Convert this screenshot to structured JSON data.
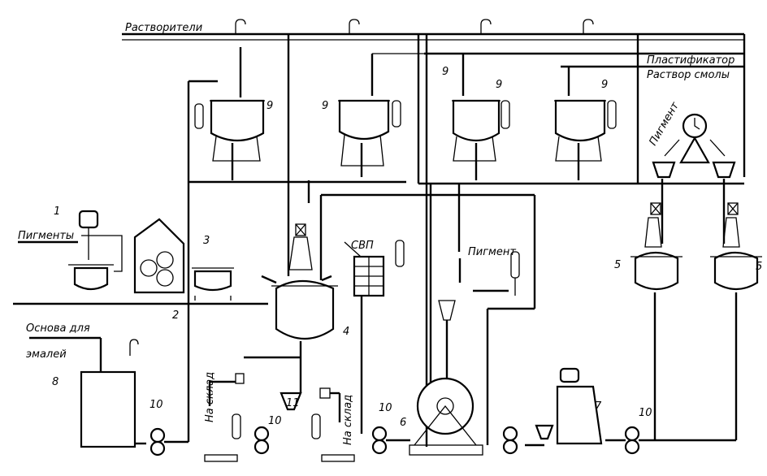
{
  "labels": {
    "solvents": "Растворители",
    "plasticizer": "Пластификатор",
    "resin_solution": "Раствор смолы",
    "pigments": "Пигменты",
    "pigment_a": "Пигмент",
    "pigment_b": "Пигмент",
    "base_line1": "Основа для",
    "base_line2": "эмалей",
    "svp": "СВП",
    "to_storage_1": "На склад",
    "to_storage_2": "На склад"
  },
  "numbers": {
    "n1": "1",
    "n3": "3",
    "n4": "4",
    "n5a": "5",
    "n5b": "5",
    "n6": "6",
    "n7": "7",
    "n8": "8",
    "n9a": "9",
    "n9b": "9",
    "n9c": "9",
    "n9d": "9",
    "n9e": "9",
    "n10a": "10",
    "n10b": "10",
    "n10c": "10",
    "n10d": "10",
    "n11": "11",
    "n2": "2"
  }
}
